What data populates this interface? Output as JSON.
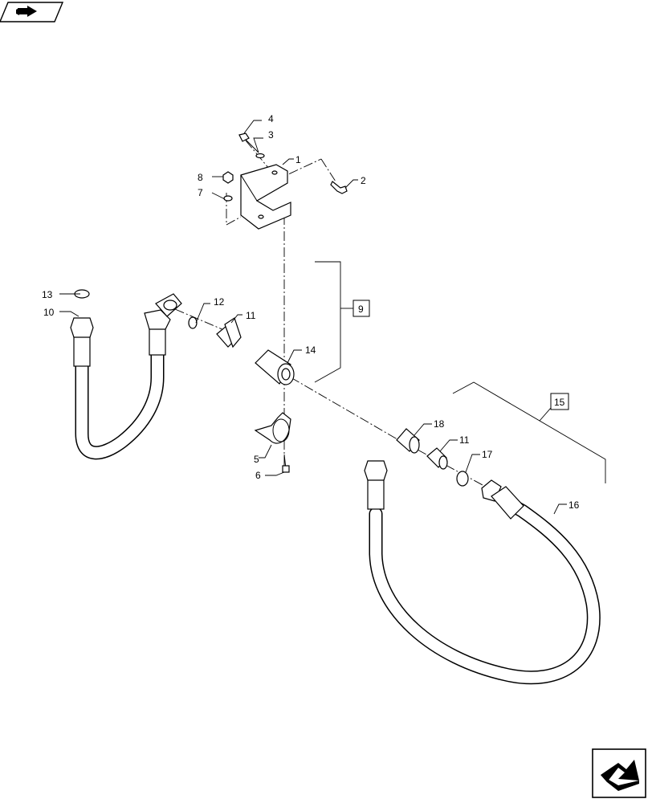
{
  "callouts": {
    "c1": "1",
    "c2": "2",
    "c3": "3",
    "c4": "4",
    "c5": "5",
    "c6": "6",
    "c7": "7",
    "c8": "8",
    "c10": "10",
    "c11a": "11",
    "c11b": "11",
    "c12": "12",
    "c13": "13",
    "c14": "14",
    "c16": "16",
    "c17": "17",
    "c18": "18"
  },
  "assemblies": {
    "a9": "9",
    "a15": "15"
  },
  "icons": {
    "top_left": "previous-page-arrow-icon",
    "bottom_right": "next-page-arrow-icon"
  }
}
